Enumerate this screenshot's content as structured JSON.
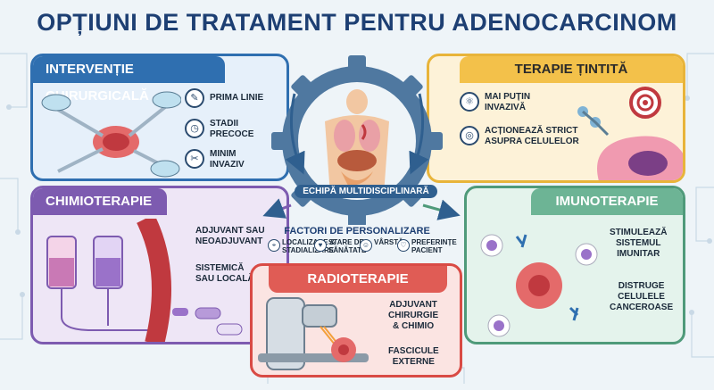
{
  "title": "OPȚIUNI DE TRATAMENT PENTRU ADENOCARCINOM",
  "center": {
    "team_label": "ECHIPĂ MULTIDISCIPLINARĂ",
    "factors_title": "FACTORI DE PERSONALIZARE",
    "factors": [
      {
        "label": "LOCALIZARE &\nSTADIALIZARE",
        "icon": "map-pin-icon"
      },
      {
        "label": "STARE DE\nSĂNĂTATE",
        "icon": "heart-icon"
      },
      {
        "label": "VÂRSTĂ",
        "icon": "person-icon"
      },
      {
        "label": "PREFERINȚE\nPACIENT",
        "icon": "handshake-icon"
      }
    ]
  },
  "surgery": {
    "title": "INTERVENȚIE CHIRURGICALĂ",
    "items": [
      {
        "label": "PRIMA LINIE",
        "icon": "scalpel-icon"
      },
      {
        "label": "STADII\nPRECOCE",
        "icon": "clock-icon"
      },
      {
        "label": "MINIM\nINVAZIV",
        "icon": "forceps-icon"
      }
    ]
  },
  "targeted": {
    "title": "TERAPIE ȚINTITĂ",
    "items": [
      {
        "label": "MAI PUȚIN\nINVAZIVĂ",
        "icon": "molecule-icon"
      },
      {
        "label": "ACȚIONEAZĂ STRICT\nASUPRA CELULELOR",
        "icon": "target-cell-icon"
      }
    ]
  },
  "chemo": {
    "title": "CHIMIOTERAPIE",
    "items": [
      {
        "label": "ADJUVANT SAU\nNEOADJUVANT"
      },
      {
        "label": "SISTEMICĂ\nSAU LOCALĂ"
      }
    ]
  },
  "immuno": {
    "title": "IMUNOTERAPIE",
    "items": [
      {
        "label": "STIMULEAZĂ\nSISTEMUL\nIMUNITAR"
      },
      {
        "label": "DISTRUGE\nCELULELE\nCANCEROASE"
      }
    ]
  },
  "radio": {
    "title": "RADIOTERAPIE",
    "items": [
      {
        "label": "ADJUVANT\nCHIRURGIE\n& CHIMIO"
      },
      {
        "label": "FASCICULE\nEXTERNE"
      }
    ]
  },
  "colors": {
    "surgery": "#2f6fb0",
    "targeted": "#e8b43a",
    "chemo": "#7d5bb0",
    "immuno": "#4f9a7a",
    "radio": "#d94b45",
    "title": "#1d3f73"
  }
}
